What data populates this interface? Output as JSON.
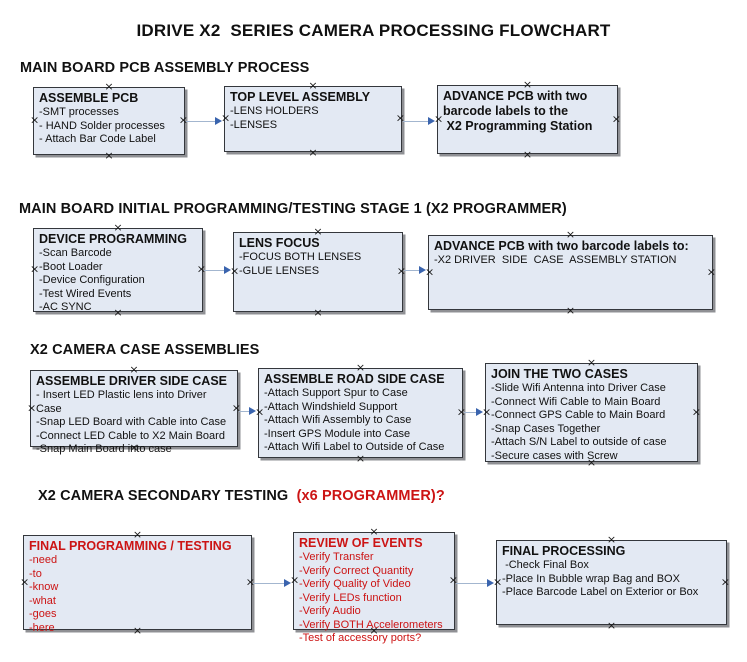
{
  "title": "IDRIVE X2  SERIES CAMERA PROCESSING FLOWCHART",
  "colors": {
    "black": "#111111",
    "red": "#cc1414",
    "box_fill": "#e3e9f3",
    "box_border": "#34373c",
    "box_shadow": "#8f9094",
    "arrow_line": "#a3b6cf",
    "arrow_head": "#3a64ae",
    "handle": "#1a1a1a"
  },
  "sections": [
    {
      "heading_parts": [
        {
          "text": "MAIN BOARD PCB ASSEMBLY PROCESS",
          "color": "black"
        }
      ],
      "boxes": [
        {
          "header": "ASSEMBLE PCB",
          "color": "black",
          "items": [
            "-SMT processes",
            "- HAND Solder processes",
            "- Attach Bar Code Label"
          ]
        },
        {
          "header": "TOP LEVEL ASSEMBLY",
          "color": "black",
          "items": [
            "-LENS HOLDERS",
            "-LENSES"
          ]
        },
        {
          "header": "ADVANCE PCB with two\nbarcode labels to the\n X2 Programming Station",
          "color": "black",
          "items": []
        }
      ]
    },
    {
      "heading_parts": [
        {
          "text": "MAIN BOARD INITIAL PROGRAMMING/TESTING STAGE 1 (X2 PROGRAMMER)",
          "color": "black"
        }
      ],
      "boxes": [
        {
          "header": "DEVICE PROGRAMMING",
          "color": "black",
          "items": [
            "-Scan Barcode",
            "-Boot Loader",
            "-Device Configuration",
            "-Test Wired Events",
            "-AC SYNC"
          ]
        },
        {
          "header": "LENS FOCUS",
          "color": "black",
          "items": [
            "-FOCUS BOTH LENSES",
            "-GLUE LENSES"
          ]
        },
        {
          "header": "ADVANCE PCB with two barcode labels to:",
          "color": "black",
          "items": [
            "-X2 DRIVER  SIDE  CASE  ASSEMBLY STATION"
          ]
        }
      ]
    },
    {
      "heading_parts": [
        {
          "text": "X2 CAMERA CASE ASSEMBLIES",
          "color": "black"
        }
      ],
      "boxes": [
        {
          "header": "ASSEMBLE DRIVER SIDE CASE",
          "color": "black",
          "items": [
            "- Insert LED Plastic lens into Driver Case",
            "-Snap LED Board with Cable into Case",
            "-Connect LED Cable to X2 Main Board",
            "-Snap Main Board into case"
          ]
        },
        {
          "header": "ASSEMBLE ROAD SIDE CASE",
          "color": "black",
          "items": [
            "-Attach Support Spur to Case",
            "-Attach Windshield Support",
            "-Attach Wifi Assembly to Case",
            "-Insert GPS Module into Case",
            "-Attach Wifi Label to Outside of Case"
          ]
        },
        {
          "header": "JOIN THE TWO CASES",
          "color": "black",
          "items": [
            "-Slide Wifi Antenna into Driver Case",
            "-Connect Wifi Cable to Main Board",
            "-Connect GPS Cable to Main Board",
            "-Snap Cases Together",
            "-Attach S/N Label to outside of case",
            "-Secure cases with Screw"
          ]
        }
      ]
    },
    {
      "heading_parts": [
        {
          "text": "X2 CAMERA SECONDARY TESTING  ",
          "color": "black"
        },
        {
          "text": "(x6 PROGRAMMER)?",
          "color": "red"
        }
      ],
      "boxes": [
        {
          "header": "FINAL PROGRAMMING / TESTING",
          "color": "red",
          "items": [
            "-need",
            "-to",
            "-know",
            "-what",
            "-goes",
            "-here"
          ]
        },
        {
          "header": "REVIEW OF EVENTS",
          "color": "red",
          "items": [
            "-Verify Transfer",
            "-Verify Correct Quantity",
            "-Verify Quality of Video",
            "-Verify LEDs function",
            "-Verify Audio",
            "-Verify BOTH Accelerometers",
            "-Test of accessory ports?"
          ]
        },
        {
          "header": "FINAL PROCESSING",
          "color": "black",
          "items": [
            " -Check Final Box",
            "-Place In Bubble wrap Bag and BOX",
            "-Place Barcode Label on Exterior or Box"
          ]
        }
      ]
    }
  ]
}
